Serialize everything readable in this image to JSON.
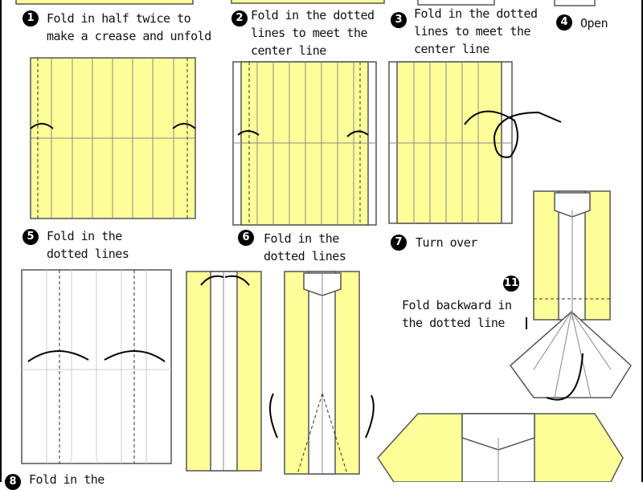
{
  "steps": [
    {
      "n": "1",
      "text": [
        "Fold in half twice to",
        "make a crease and unfold"
      ]
    },
    {
      "n": "2",
      "text": [
        "Fold in the dotted",
        "lines to meet the",
        "center line"
      ]
    },
    {
      "n": "3",
      "text": [
        "Fold in the dotted",
        "lines to meet the",
        "center line"
      ]
    },
    {
      "n": "4",
      "text": [
        "Open"
      ]
    },
    {
      "n": "5",
      "text": [
        "Fold in the",
        "dotted lines"
      ]
    },
    {
      "n": "6",
      "text": [
        "Fold in the",
        "dotted lines"
      ]
    },
    {
      "n": "7",
      "text": [
        "Turn over"
      ]
    },
    {
      "n": "8",
      "text": [
        "Fold in the"
      ]
    },
    {
      "n": "11",
      "text": [
        "Fold backward in",
        "the dotted line"
      ]
    }
  ],
  "colors": {
    "paper": "#ffff99",
    "line": "#555555"
  }
}
